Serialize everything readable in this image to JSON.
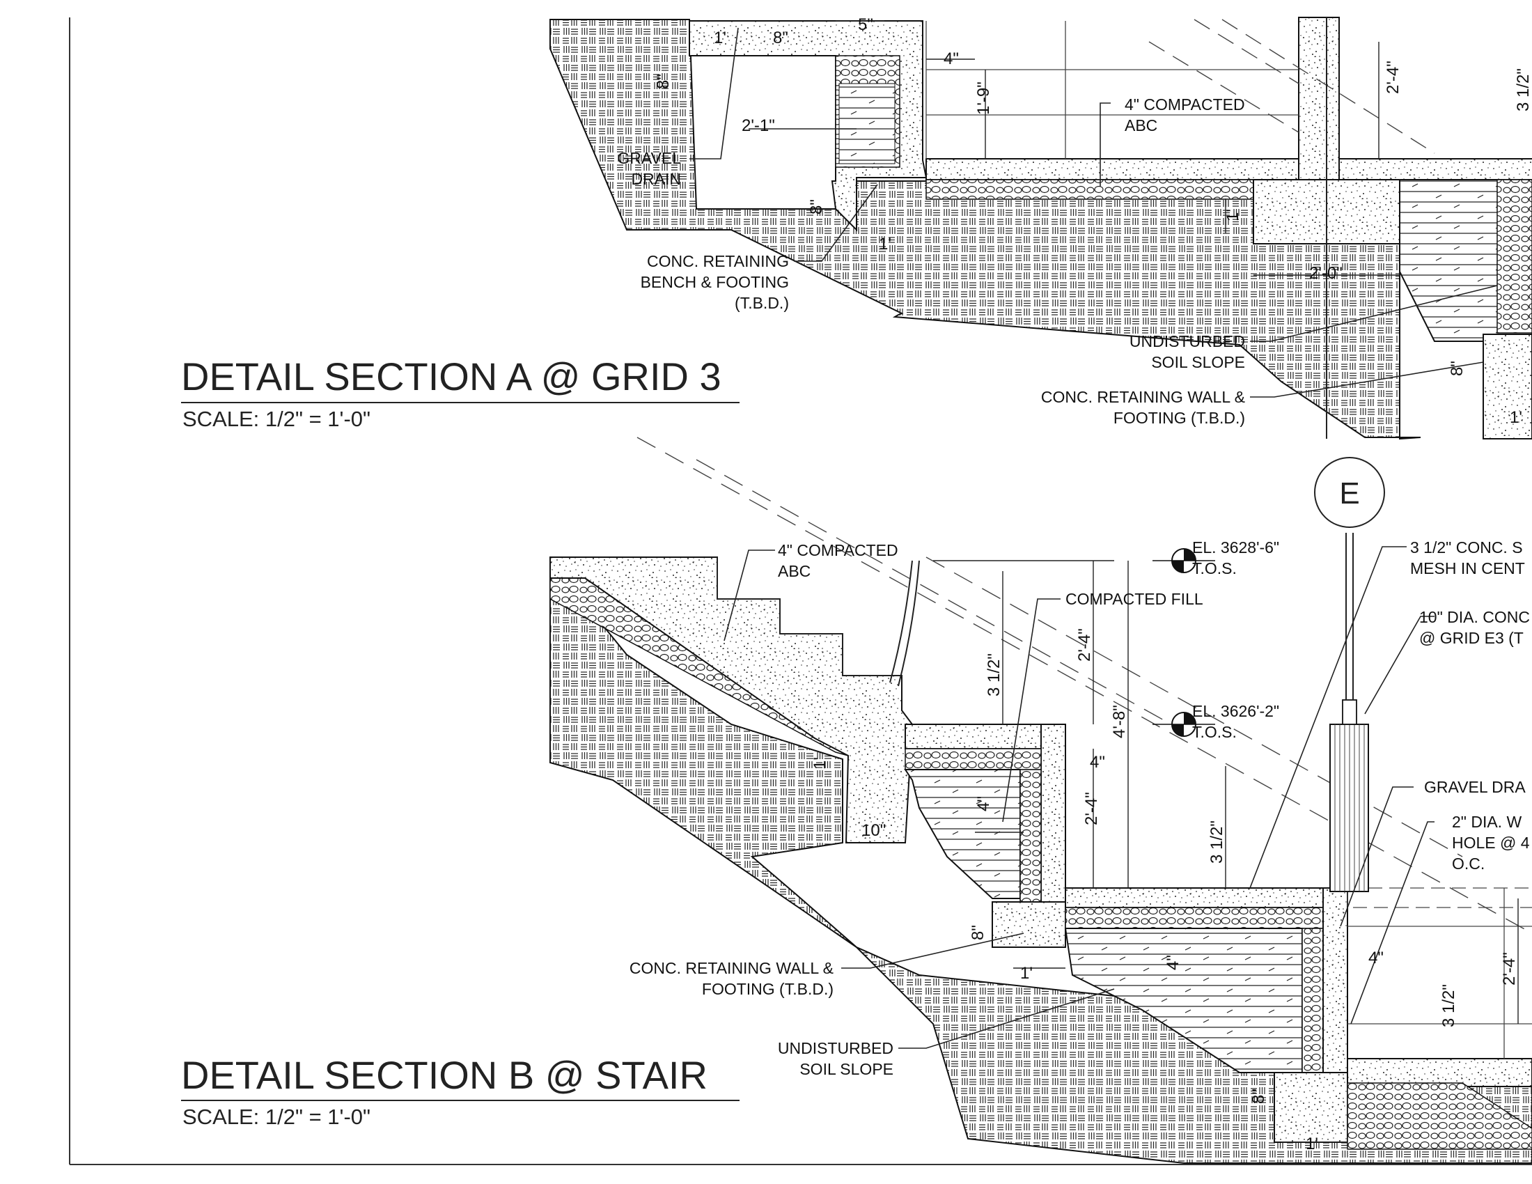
{
  "section_a": {
    "title": "DETAIL SECTION A @ GRID 3",
    "scale": "SCALE: 1/2\" = 1'-0\"",
    "callouts": {
      "abc_1": "4\" COMPACTED",
      "abc_2": "ABC",
      "gravel_1": "GRAVEL",
      "gravel_2": "DRAIN",
      "bench_1": "CONC. RETAINING",
      "bench_2": "BENCH & FOOTING",
      "bench_3": "(T.B.D.)",
      "soil_1": "UNDISTURBED",
      "soil_2": "SOIL SLOPE",
      "wall_1": "CONC. RETAINING WALL &",
      "wall_2": "FOOTING (T.B.D.)"
    },
    "dimensions": {
      "d1": "5\"",
      "d2": "8\"",
      "d3": "1'",
      "d4": "4\"",
      "d5": "8\"",
      "d6": "1'-9\"",
      "d7": "2'-1\"",
      "d8": "8\"",
      "d9": "1'",
      "d10": "1'",
      "d11": "2'-0\"",
      "d12": "2'-4\"",
      "d13": "3 1/2\"",
      "d14": "8\"",
      "d15": "1'"
    }
  },
  "section_b": {
    "title": "DETAIL SECTION B @ STAIR",
    "scale": "SCALE: 1/2\" = 1'-0\"",
    "grid_bubble": "E",
    "elevations": {
      "el1": "EL. 3628'-6\"",
      "el1_tos": "T.O.S.",
      "el2": "EL. 3626'-2\"",
      "el2_tos": "T.O.S."
    },
    "callouts": {
      "abc_1": "4\" COMPACTED",
      "abc_2": "ABC",
      "fill": "COMPACTED FILL",
      "slab_1": "3 1/2\" CONC. S",
      "slab_2": "MESH IN CENT",
      "pier_1": "10\" DIA. CONC",
      "pier_2": "@ GRID E3 (T",
      "gravel": "GRAVEL DRA",
      "weep_1": "2\" DIA. W",
      "weep_2": "HOLE @ 4",
      "weep_3": "O.C.",
      "wall_1": "CONC. RETAINING WALL &",
      "wall_2": "FOOTING (T.B.D.)",
      "soil_1": "UNDISTURBED",
      "soil_2": "SOIL SLOPE"
    },
    "dimensions": {
      "d1": "3 1/2\"",
      "d2": "2'-4\"",
      "d3": "4'-8\"",
      "d4": "4\"",
      "d5": "1'",
      "d6": "4\"",
      "d7": "10\"",
      "d8": "2'-4\"",
      "d9": "3 1/2\"",
      "d10": "8\"",
      "d11": "1'",
      "d12": "4\"",
      "d13": "4\"",
      "d14": "2'-4\"",
      "d15": "3 1/2\"",
      "d16": "8\"",
      "d17": "1'"
    }
  }
}
